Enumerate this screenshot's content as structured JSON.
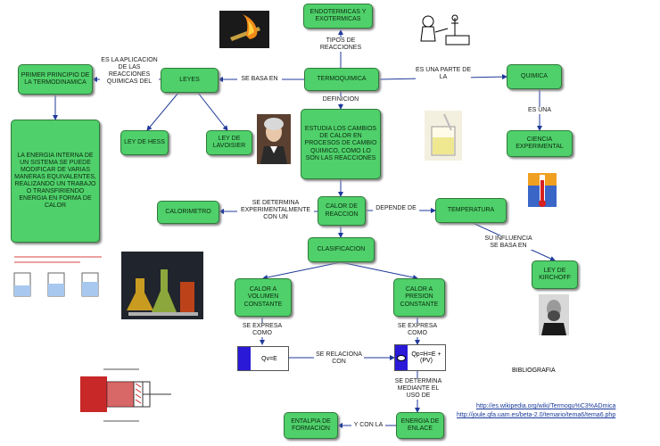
{
  "nodes": {
    "endotermicas": "ENDOTERMICAS Y EXOTERMICAS",
    "termoquimica": "TERMOQUIMICA",
    "leyes": "LEYES",
    "primer_principio": "PRIMER PRINCIPIO DE LA TERMODINAMICA",
    "energia_interna": "LA ENERGIA INTERNA DE UN SISTEMA SE PUEDE MODIFICAR DE VARIAS MANERAS EQUIVALENTES, REALIZANDO UN TRABAJO O TRANSFIRIENDO ENERGIA EN FORMA DE CALOR",
    "ley_hess": "LEY DE HESS",
    "ley_lavoisier": "LEY DE LAVOISIER",
    "estudia": "ESTUDIA LOS CAMBIOS DE CALOR EN PROCESOS DE CAMBIO QUIMICO, COMO LO SON LAS REACCIONES",
    "quimica": "QUIMICA",
    "ciencia": "CIENCIA EXPERIMENTAL",
    "calor_reaccion": "CALOR DE REACCION",
    "calorimetro": "CALORIMETRO",
    "temperatura": "TEMPERATURA",
    "ley_kirchoff": "LEY DE KIRCHOFF",
    "clasificacion": "CLASIFICACION",
    "calor_volumen": "CALOR A VOLUMEN CONSTANTE",
    "calor_presion": "CALOR A PRESION CONSTANTE",
    "entalpia_formacion": "ENTALPIA DE FORMACION",
    "energia_enlace": "ENERGIA DE ENLACE"
  },
  "links": {
    "tipos": "TIPOS DE REACCIONES",
    "aplicacion": "ES LA APLICACION DE LAS REACCIONES QUIMICAS DEL",
    "se_basa_en": "SE BASA EN",
    "es_una_parte": "ES UNA PARTE DE LA",
    "definicion": "DEFINICION",
    "es_una": "ES UNA",
    "experimentalmente": "SE DETERMINA EXPERIMENTALMENTE CON UN",
    "depende": "DEPENDE DE",
    "influencia": "SU INFLUENCIA SE BASA EN",
    "expresa1": "SE EXPRESA COMO",
    "expresa2": "SE EXPRESA COMO",
    "relaciona": "SE RELACIONA CON",
    "mediante": "SE DETERMINA MEDIANTE EL USO DE",
    "y_con_la": "Y CON LA"
  },
  "formulas": {
    "qv": "Qv=E",
    "qp": "Qp=H=E +(PV)"
  },
  "bibliografia": {
    "title": "BIBLIOGRAFIA",
    "url1": "http://es.wikipedia.org/wiki/Termoqu%C3%ADmica",
    "url2": "http://joule.qfa.uam.es/beta-2.0/temario/tema6/tema6.php"
  },
  "colors": {
    "node_fill": "#4fd06a",
    "edge": "#1f3a9a"
  }
}
